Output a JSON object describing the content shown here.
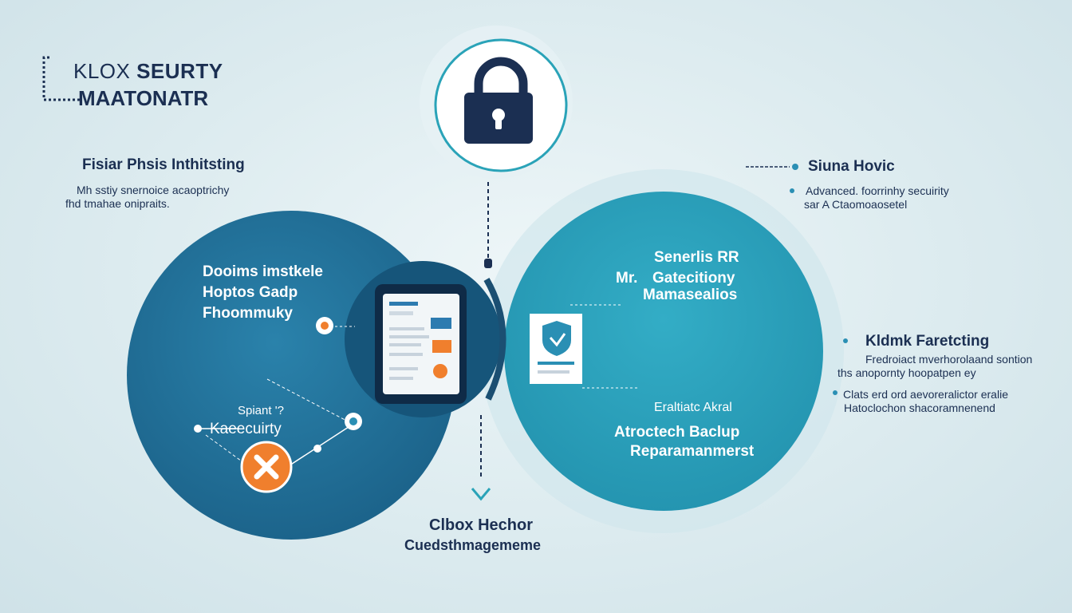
{
  "brand": {
    "line1_light": "KLOX ",
    "line1_bold": "SEURTY",
    "line2": "MAATONATR"
  },
  "left_panel": {
    "title": "Fisiar Phsis Inthitsting",
    "desc_lines": [
      "Mh sstiy snernoice acaoptrichy",
      "fhd tmahae onipraits."
    ]
  },
  "right_top": {
    "title": "Siuna Hovic",
    "desc_lines": [
      "Advanced. foorrinhy secuirity",
      "sar A Ctaomoaosetel"
    ]
  },
  "right_mid": {
    "title": "Kldmk Faretcting",
    "desc_lines": [
      "Fredroiact mverhorolaand sontion",
      "ths anopornty hoopatpen ey"
    ]
  },
  "right_low": {
    "desc_lines": [
      "Clats erd ord aevoreralictor eralie",
      "Hatoclochon shacoramnenend"
    ]
  },
  "left_circle": {
    "text_lines": [
      "Dooims imstkele",
      "Hoptos Gadp",
      "Fhoommuky"
    ],
    "label_small": "Spiant '?",
    "label_main": "Kaeecuirty"
  },
  "right_circle": {
    "top_lines": [
      "Senerlis RR",
      "Gatecitiony",
      "Mamasealios"
    ],
    "top_prefix": "Mr.",
    "bottom_small": "Eraltiatc Akral",
    "bottom_lines": [
      "Atroctech Baclup",
      "Reparamanmerst"
    ]
  },
  "bottom_center": {
    "title": "Clbox Hechor",
    "subtitle": "Cuedsthmagememe"
  },
  "colors": {
    "left_circle": "#1e6f96",
    "right_circle": "#2a9eb8",
    "navy": "#1b2f52",
    "orange": "#f07f2d",
    "accent_teal": "#2aa3b8",
    "background": "#dcebef"
  },
  "icons": {
    "lock": "lock-icon",
    "phone": "smartphone-icon",
    "document": "document-shield-icon",
    "hub": "connector-node-icon",
    "key_tool": "wrench-cross-icon"
  }
}
